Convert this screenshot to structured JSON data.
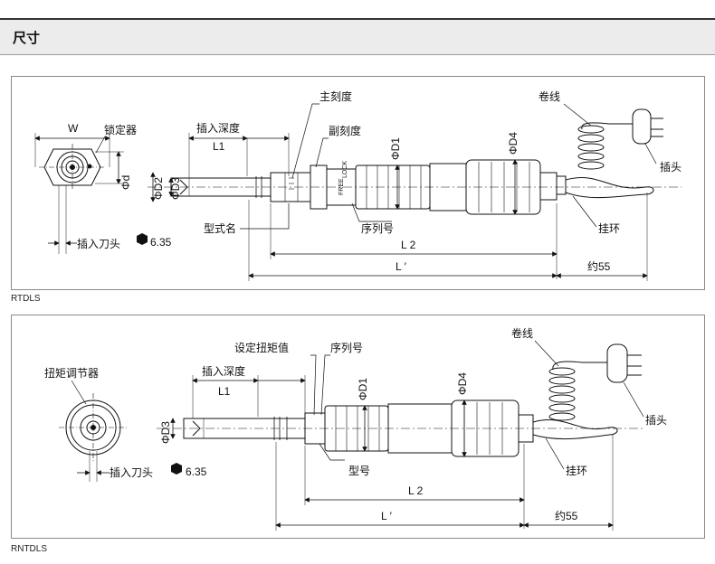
{
  "header": {
    "title": "尺寸"
  },
  "rtdls": {
    "caption": "RTDLS",
    "labels": {
      "w": "W",
      "lock": "锁定器",
      "depth": "插入深度",
      "l1": "L1",
      "main_scale": "主刻度",
      "sub_scale": "副刻度",
      "phi_d1": "ΦD1",
      "phi_d4": "ΦD4",
      "phi_d": "Φd",
      "phi_d2": "ΦD2",
      "phi_d3": "ΦD3",
      "model": "型式名",
      "serial": "序列号",
      "coil": "卷线",
      "plug": "插头",
      "hook": "挂环",
      "l2": "L 2",
      "lprime": "L ′",
      "approx55": "约55",
      "bit": "插入刀头",
      "bit_size": "6.35",
      "free": "FREE",
      "lock_mark": "LOCK"
    }
  },
  "rntdls": {
    "caption": "RNTDLS",
    "labels": {
      "adjuster": "扭矩调节器",
      "depth": "插入深度",
      "l1": "L1",
      "set_value": "设定扭矩值",
      "serial": "序列号",
      "phi_d1": "ΦD1",
      "phi_d4": "ΦD4",
      "phi_d3": "ΦD3",
      "model": "型号",
      "coil": "卷线",
      "plug": "插头",
      "hook": "挂环",
      "l2": "L 2",
      "lprime": "L ′",
      "approx55": "约55",
      "bit": "插入刀头",
      "bit_size": "6.35"
    }
  }
}
